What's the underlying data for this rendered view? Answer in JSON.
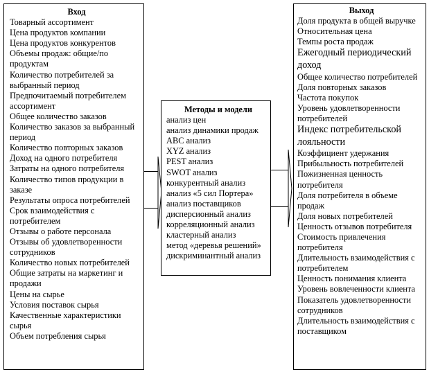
{
  "input": {
    "title": "Вход",
    "items": [
      "Товарный ассортимент",
      "Цена продуктов компании",
      "Цена продуктов конкурентов",
      "Объемы продаж: общие/по продуктам",
      "Количество потребителей за выбранный период",
      "Предпочитаемый потребителем ассортимент",
      "Общее количество заказов",
      "Количество заказов за выбранный период",
      "Количество повторных заказов",
      "Доход на одного потребителя",
      "Затраты на одного потребителя",
      "Количество типов продукции в заказе",
      "Результаты опроса потребителей",
      "Срок взаимодействия с потребителем",
      "Отзывы о работе персонала",
      "Отзывы об удовлетворенности сотрудников",
      "Количество новых потребителей",
      "Общие затраты на маркетинг и продажи",
      "Цены на сырье",
      "Условия поставок сырья",
      "Качественные характеристики сырья",
      "Объем потребления сырья"
    ]
  },
  "methods": {
    "title": "Методы и модели",
    "items": [
      "анализ цен",
      "анализ динамики продаж",
      "ABC анализ",
      "XYZ анализ",
      "PEST анализ",
      "SWOT анализ",
      "конкурентный анализ",
      "анализ «5 сил Портера»",
      "анализ поставщиков",
      "дисперсионный анализ",
      "корреляционный анализ",
      "кластерный анализ",
      "метод «деревья решений»",
      "дискриминантный анализ"
    ]
  },
  "output": {
    "title": "Выход",
    "items": [
      "Доля продукта в общей выручке",
      "Относительная цена",
      "Темпы роста продаж",
      "Ежегодный периодический доход",
      "Общее количество потребителей",
      "Доля повторных заказов",
      "Частота покупок",
      "Уровень удовлетворенности потребителей",
      "Индекс потребительской лояльности",
      "Коэффициент удержания",
      "Прибыльность потребителей",
      "Пожизненная ценность потребителя",
      "Доля потребителя в объеме продаж",
      "Доля новых потребителей",
      "Ценность отзывов потребителя",
      "Стоимость привлечения потребителя",
      "Длительность взаимодействия с потребителем",
      "Ценность понимания клиента",
      "Уровень вовлеченности клиента",
      "Показатель удовлетворенности сотрудников",
      "Длительность взаимодействия с поставщиком"
    ],
    "large_items": [
      3,
      8
    ]
  }
}
